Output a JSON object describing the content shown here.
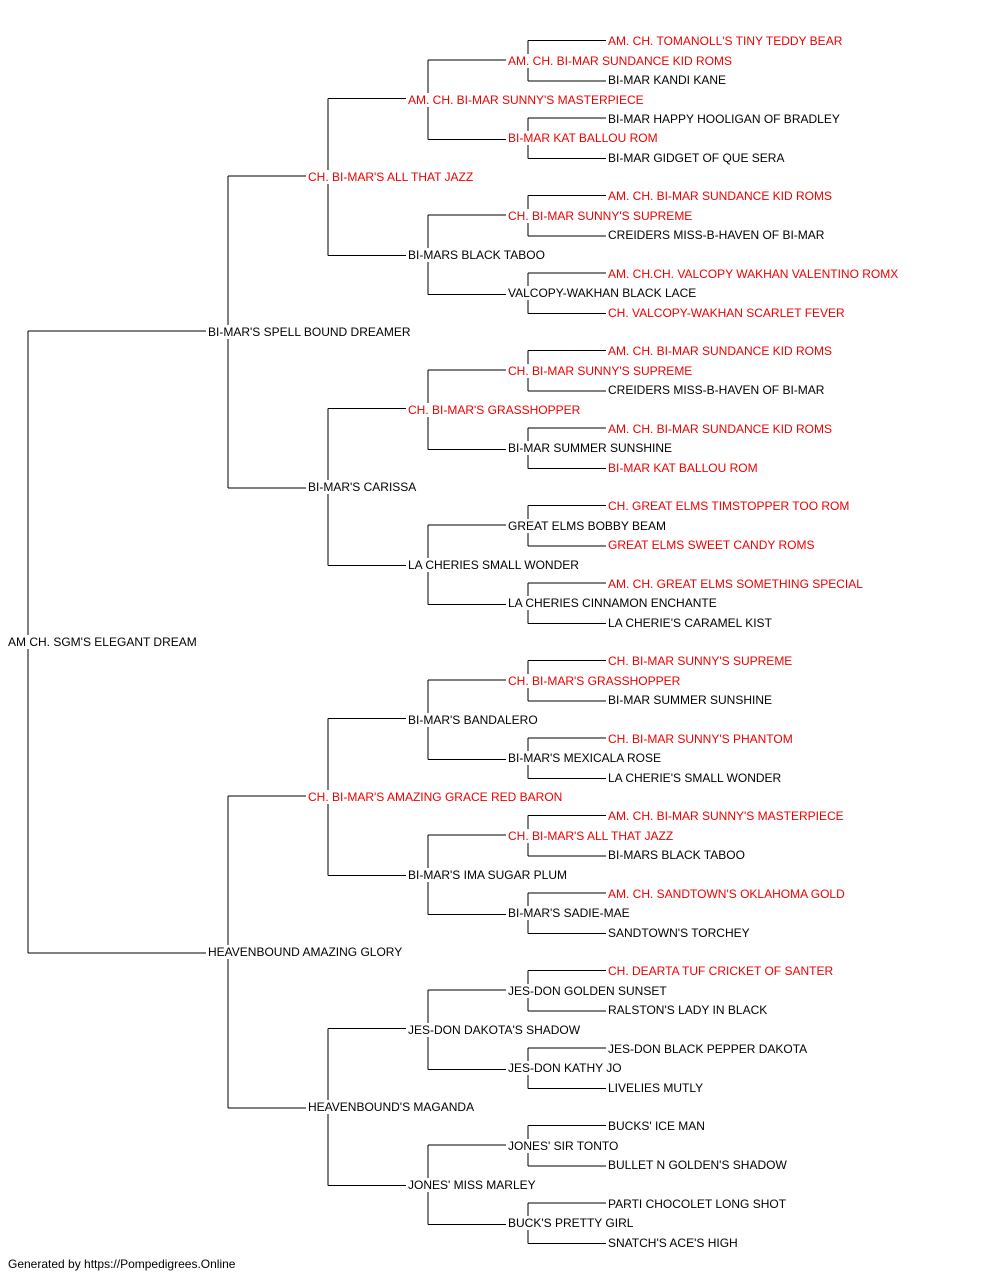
{
  "colors": {
    "titled": "#ee0000",
    "untitled": "#000000",
    "line": "#000000"
  },
  "pedigree": {
    "name": "AM CH. SGM'S ELEGANT DREAM",
    "titled": false,
    "sire": {
      "name": "BI-MAR'S SPELL BOUND DREAMER",
      "titled": false,
      "sire": {
        "name": "CH. BI-MAR'S ALL THAT JAZZ",
        "titled": true,
        "sire": {
          "name": "AM. CH. BI-MAR SUNNY'S MASTERPIECE",
          "titled": true,
          "sire": {
            "name": "AM. CH. BI-MAR SUNDANCE KID ROMS",
            "titled": true,
            "sire": {
              "name": "AM. CH. TOMANOLL'S TINY TEDDY BEAR",
              "titled": true
            },
            "dam": {
              "name": "BI-MAR KANDI KANE",
              "titled": false
            }
          },
          "dam": {
            "name": "BI-MAR KAT BALLOU ROM",
            "titled": true,
            "sire": {
              "name": "BI-MAR HAPPY HOOLIGAN OF BRADLEY",
              "titled": false
            },
            "dam": {
              "name": "BI-MAR GIDGET OF QUE SERA",
              "titled": false
            }
          }
        },
        "dam": {
          "name": "BI-MARS BLACK TABOO",
          "titled": false,
          "sire": {
            "name": "CH. BI-MAR SUNNY'S SUPREME",
            "titled": true,
            "sire": {
              "name": "AM. CH. BI-MAR SUNDANCE KID ROMS",
              "titled": true
            },
            "dam": {
              "name": "CREIDERS MISS-B-HAVEN OF BI-MAR",
              "titled": false
            }
          },
          "dam": {
            "name": "VALCOPY-WAKHAN BLACK LACE",
            "titled": false,
            "sire": {
              "name": "AM. CH.CH. VALCOPY WAKHAN VALENTINO ROMX",
              "titled": true
            },
            "dam": {
              "name": "CH. VALCOPY-WAKHAN SCARLET FEVER",
              "titled": true
            }
          }
        }
      },
      "dam": {
        "name": "BI-MAR'S CARISSA",
        "titled": false,
        "sire": {
          "name": "CH. BI-MAR'S GRASSHOPPER",
          "titled": true,
          "sire": {
            "name": "CH. BI-MAR SUNNY'S SUPREME",
            "titled": true,
            "sire": {
              "name": "AM. CH. BI-MAR SUNDANCE KID ROMS",
              "titled": true
            },
            "dam": {
              "name": "CREIDERS MISS-B-HAVEN OF BI-MAR",
              "titled": false
            }
          },
          "dam": {
            "name": "BI-MAR SUMMER SUNSHINE",
            "titled": false,
            "sire": {
              "name": "AM. CH. BI-MAR SUNDANCE KID ROMS",
              "titled": true
            },
            "dam": {
              "name": "BI-MAR KAT BALLOU ROM",
              "titled": true
            }
          }
        },
        "dam": {
          "name": "LA CHERIES SMALL WONDER",
          "titled": false,
          "sire": {
            "name": "GREAT ELMS BOBBY BEAM",
            "titled": false,
            "sire": {
              "name": "CH. GREAT ELMS TIMSTOPPER TOO ROM",
              "titled": true
            },
            "dam": {
              "name": "GREAT ELMS SWEET CANDY ROMS",
              "titled": true
            }
          },
          "dam": {
            "name": "LA CHERIES CINNAMON ENCHANTE",
            "titled": false,
            "sire": {
              "name": "AM. CH. GREAT ELMS SOMETHING SPECIAL",
              "titled": true
            },
            "dam": {
              "name": "LA CHERIE'S CARAMEL KIST",
              "titled": false
            }
          }
        }
      }
    },
    "dam": {
      "name": "HEAVENBOUND AMAZING GLORY",
      "titled": false,
      "sire": {
        "name": "CH. BI-MAR'S AMAZING GRACE RED BARON",
        "titled": true,
        "sire": {
          "name": "BI-MAR'S BANDALERO",
          "titled": false,
          "sire": {
            "name": "CH. BI-MAR'S GRASSHOPPER",
            "titled": true,
            "sire": {
              "name": "CH. BI-MAR SUNNY'S SUPREME",
              "titled": true
            },
            "dam": {
              "name": "BI-MAR SUMMER SUNSHINE",
              "titled": false
            }
          },
          "dam": {
            "name": "BI-MAR'S MEXICALA ROSE",
            "titled": false,
            "sire": {
              "name": "CH. BI-MAR SUNNY'S PHANTOM",
              "titled": true
            },
            "dam": {
              "name": "LA CHERIE'S SMALL WONDER",
              "titled": false
            }
          }
        },
        "dam": {
          "name": "BI-MAR'S IMA SUGAR PLUM",
          "titled": false,
          "sire": {
            "name": "CH. BI-MAR'S ALL THAT JAZZ",
            "titled": true,
            "sire": {
              "name": "AM. CH. BI-MAR SUNNY'S MASTERPIECE",
              "titled": true
            },
            "dam": {
              "name": "BI-MARS BLACK TABOO",
              "titled": false
            }
          },
          "dam": {
            "name": "BI-MAR'S SADIE-MAE",
            "titled": false,
            "sire": {
              "name": "AM. CH. SANDTOWN'S OKLAHOMA GOLD",
              "titled": true
            },
            "dam": {
              "name": "SANDTOWN'S TORCHEY",
              "titled": false
            }
          }
        }
      },
      "dam": {
        "name": "HEAVENBOUND'S MAGANDA",
        "titled": false,
        "sire": {
          "name": "JES-DON DAKOTA'S SHADOW",
          "titled": false,
          "sire": {
            "name": "JES-DON GOLDEN SUNSET",
            "titled": false,
            "sire": {
              "name": "CH. DEARTA TUF CRICKET OF SANTER",
              "titled": true
            },
            "dam": {
              "name": "RALSTON'S LADY IN BLACK",
              "titled": false
            }
          },
          "dam": {
            "name": "JES-DON KATHY JO",
            "titled": false,
            "sire": {
              "name": "JES-DON BLACK PEPPER DAKOTA",
              "titled": false
            },
            "dam": {
              "name": "LIVELIES MUTLY",
              "titled": false
            }
          }
        },
        "dam": {
          "name": "JONES' MISS MARLEY",
          "titled": false,
          "sire": {
            "name": "JONES' SIR TONTO",
            "titled": false,
            "sire": {
              "name": "BUCKS' ICE MAN",
              "titled": false
            },
            "dam": {
              "name": "BULLET N GOLDEN'S SHADOW",
              "titled": false
            }
          },
          "dam": {
            "name": "BUCK'S PRETTY GIRL",
            "titled": false,
            "sire": {
              "name": "PARTI CHOCOLET LONG SHOT",
              "titled": false
            },
            "dam": {
              "name": "SNATCH'S ACE'S HIGH",
              "titled": false
            }
          }
        }
      }
    }
  },
  "footer": "Generated by https://Pompedigrees.Online"
}
